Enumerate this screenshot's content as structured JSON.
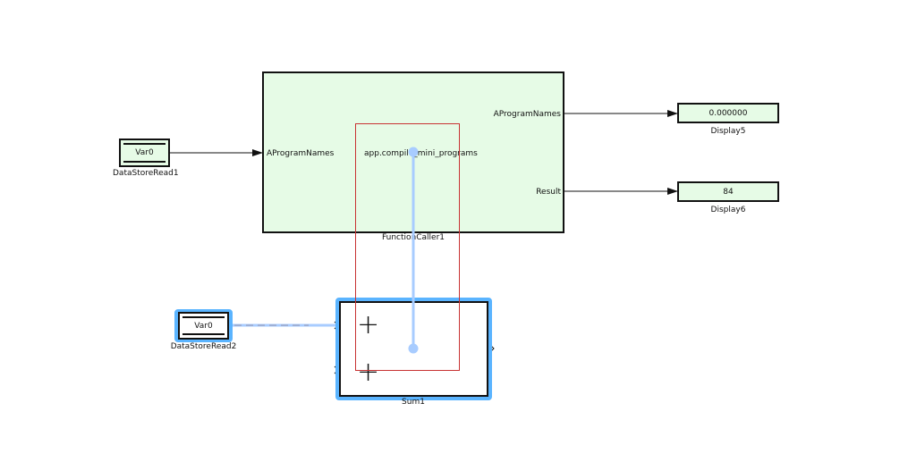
{
  "blocks": {
    "datastoreread1": {
      "value": "Var0",
      "name": "DataStoreRead1"
    },
    "datastoreread2": {
      "value": "Var0",
      "name": "DataStoreRead2"
    },
    "functioncaller1": {
      "name": "FunctionCaller1",
      "input_port": "AProgramNames",
      "function_name": "app.compile_mini_programs",
      "output_port_1": "AProgramNames",
      "output_port_2": "Result"
    },
    "display5": {
      "value": "0.000000",
      "name": "Display5"
    },
    "display6": {
      "value": "84",
      "name": "Display6"
    },
    "sum1": {
      "name": "Sum1",
      "sign_1": "+",
      "sign_2": "+"
    }
  },
  "colors": {
    "block_fill": "#e6fbe6",
    "selection": "#5ab4ff",
    "connector_highlight": "#a8ccff",
    "drag_outline": "#c83232"
  }
}
